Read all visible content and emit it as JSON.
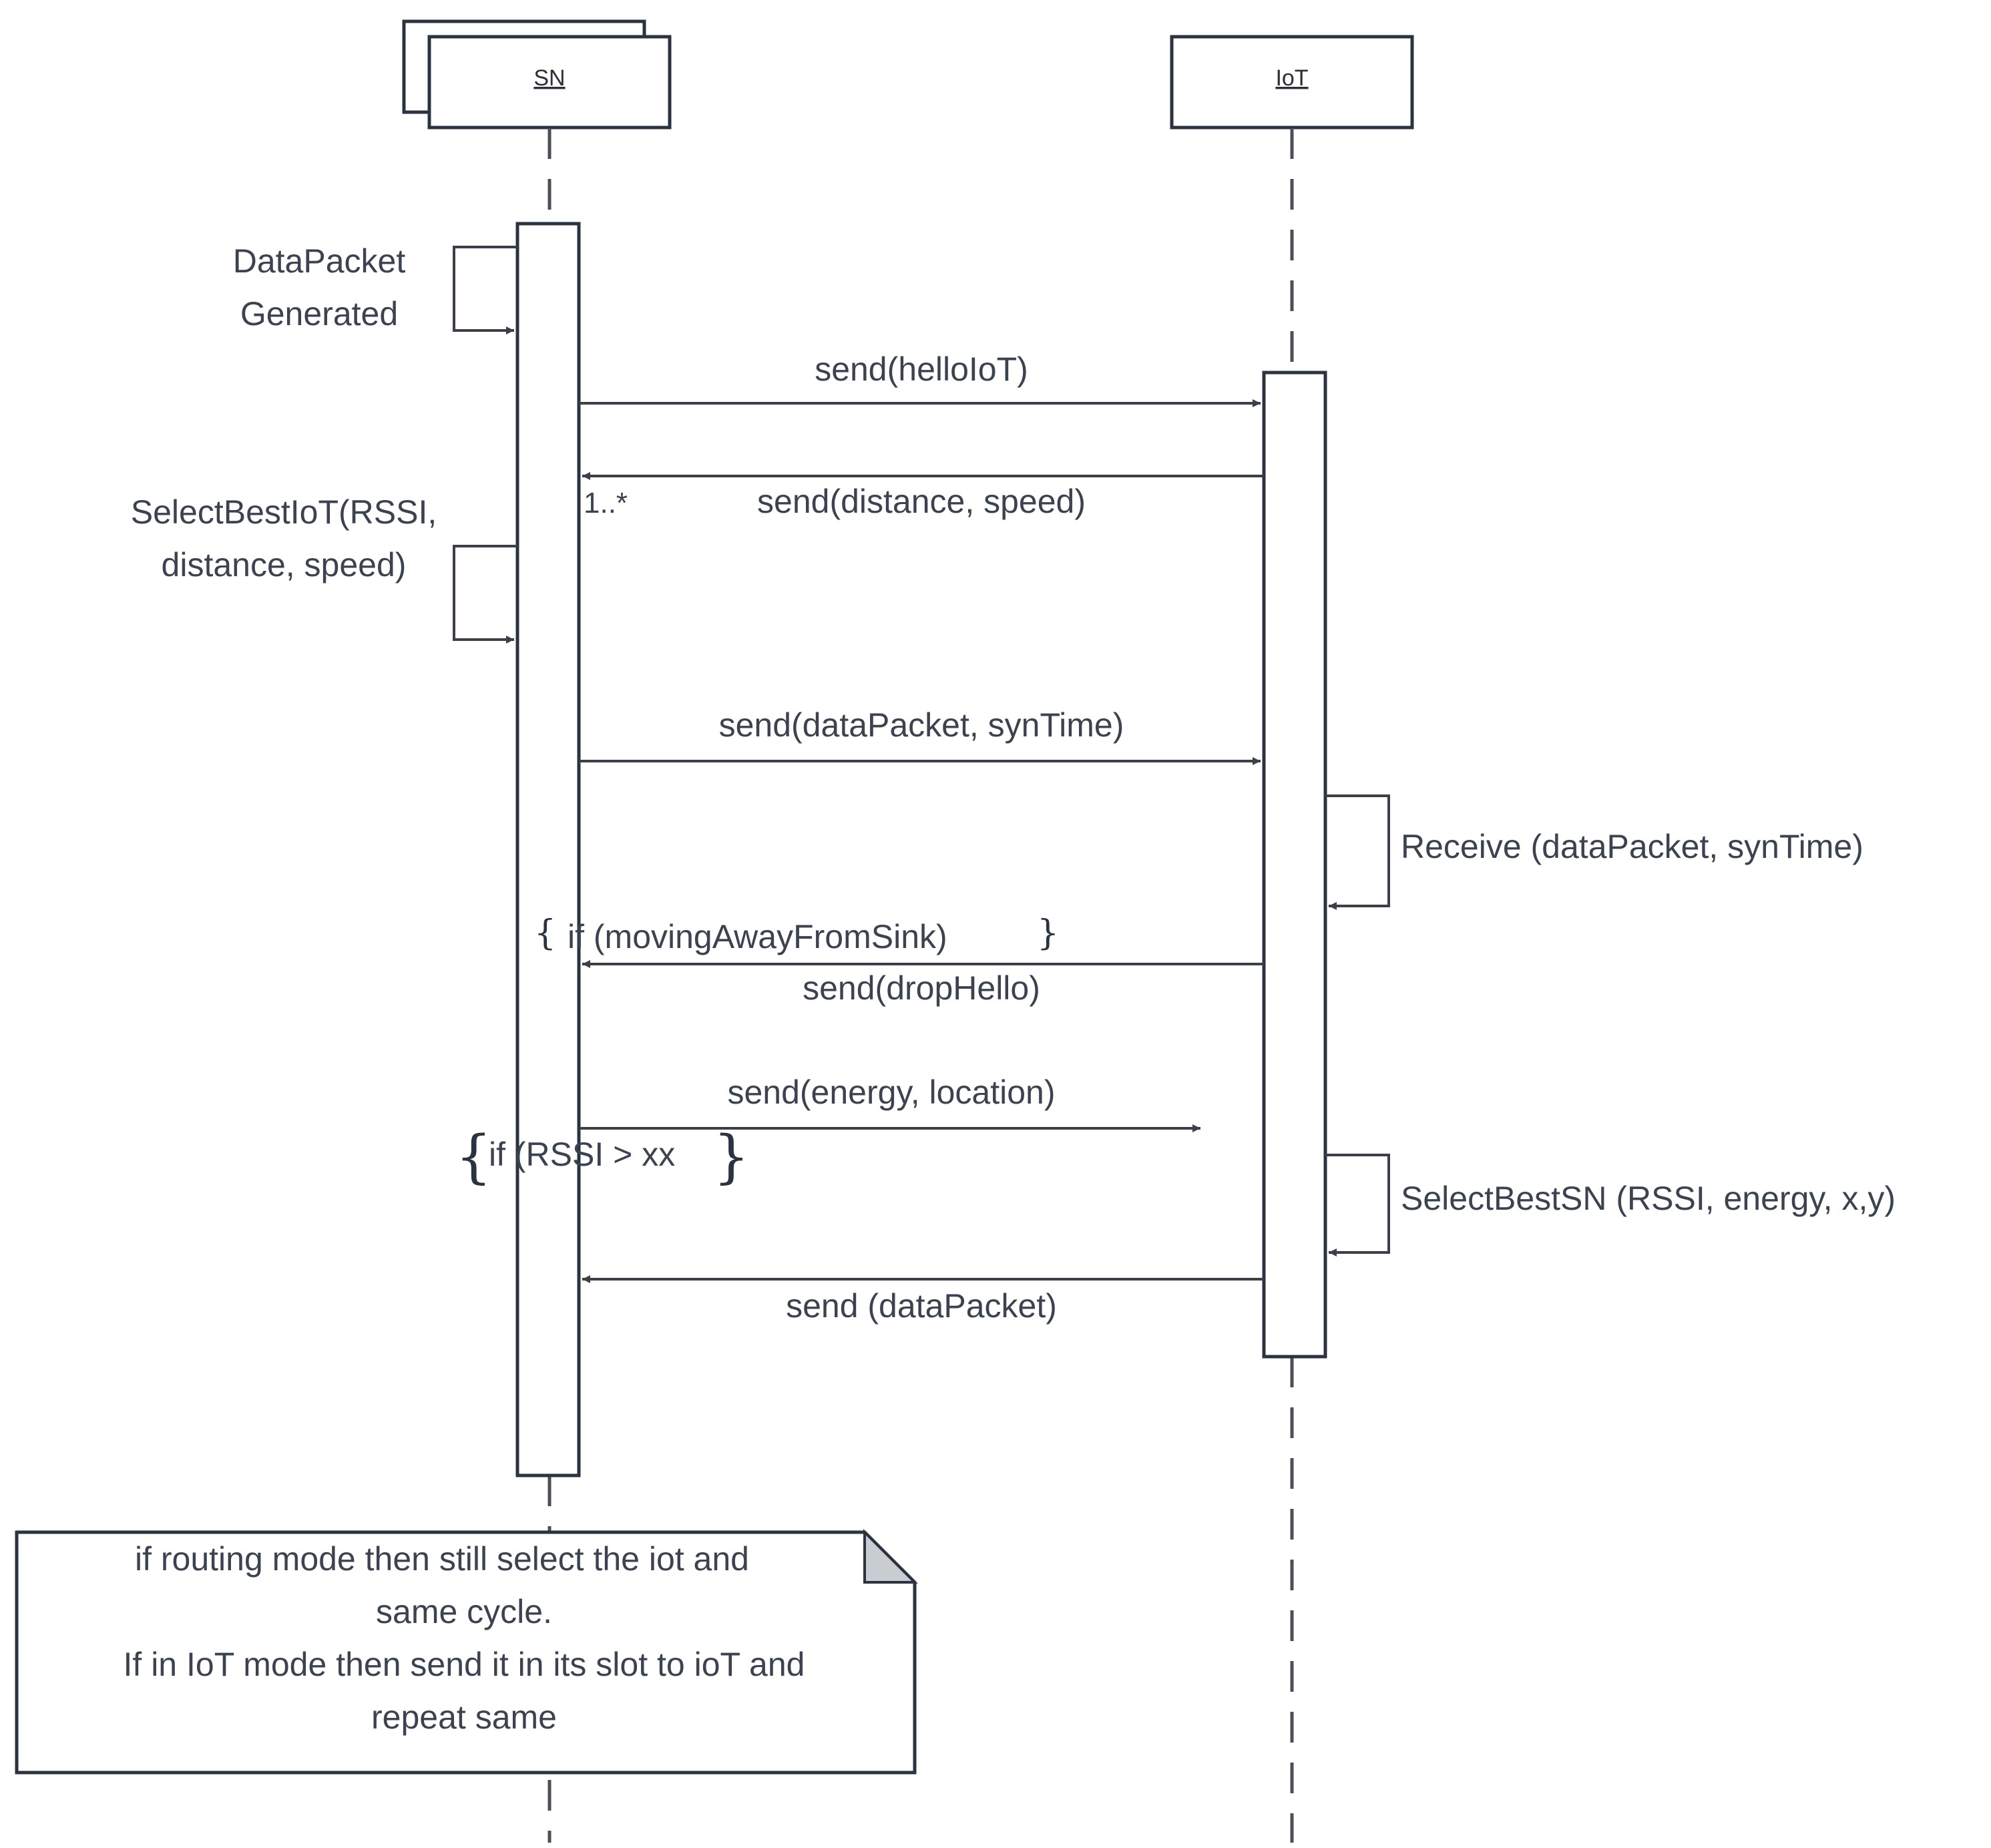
{
  "lifelines": {
    "sn": {
      "label": "SN"
    },
    "iot": {
      "label": "IoT"
    }
  },
  "self_messages": {
    "datapacket_generated": [
      "DataPacket",
      "Generated"
    ],
    "select_best_iot": [
      "SelectBestIoT(RSSI,",
      "distance, speed)"
    ],
    "receive": "Receive (dataPacket, synTime)",
    "select_best_sn": "SelectBestSN (RSSI, energy, x,y)"
  },
  "messages": {
    "hello_iot": "send(helloIoT)",
    "distance_speed": "send(distance, speed)",
    "multiplicity": "1..*",
    "data_syn": "send(dataPacket, synTime)",
    "drop_hello": "send(dropHello)",
    "energy_location": "send(energy, location)",
    "data_packet": "send (dataPacket)"
  },
  "guards": {
    "moving_away": "if (movingAwayFromSink)",
    "rssi": "if (RSSI > xx"
  },
  "note": {
    "lines": [
      "if routing mode then still select the iot and",
      "same cycle.",
      "If in IoT mode then send it in its slot to ioT and",
      "repeat same"
    ]
  }
}
